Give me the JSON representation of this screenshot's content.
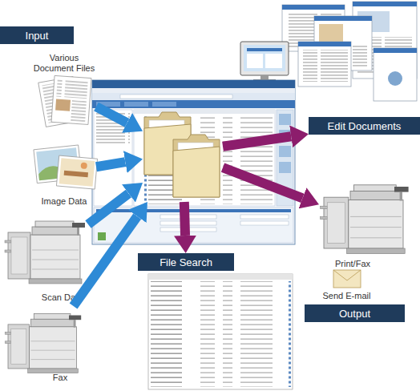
{
  "diagram": {
    "nodes": [
      {
        "text": [
          "Input"
        ]
      },
      {
        "text": [
          "Various Document Files"
        ]
      },
      {
        "text": [
          "Image Data"
        ]
      },
      {
        "text": [
          "Scan Data"
        ]
      },
      {
        "text": [
          "Fax"
        ]
      },
      {
        "text": []
      },
      {
        "text": [
          "Edit Documents"
        ]
      },
      {
        "text": [
          "File Search"
        ]
      },
      {
        "text": [
          "Print/Fax"
        ]
      },
      {
        "text": [
          "Send E-mail"
        ]
      },
      {
        "text": [
          "Output"
        ]
      }
    ],
    "edges": [
      {
        "from": 1,
        "to": 5,
        "arrow": "to"
      },
      {
        "from": 2,
        "to": 5,
        "arrow": "to"
      },
      {
        "from": 3,
        "to": 5,
        "arrow": "to"
      },
      {
        "from": 4,
        "to": 5,
        "arrow": "to"
      },
      {
        "from": 5,
        "to": 6,
        "arrow": "to"
      },
      {
        "from": 5,
        "to": 8,
        "arrow": "to"
      },
      {
        "from": 5,
        "to": 7,
        "arrow": "to"
      }
    ]
  }
}
